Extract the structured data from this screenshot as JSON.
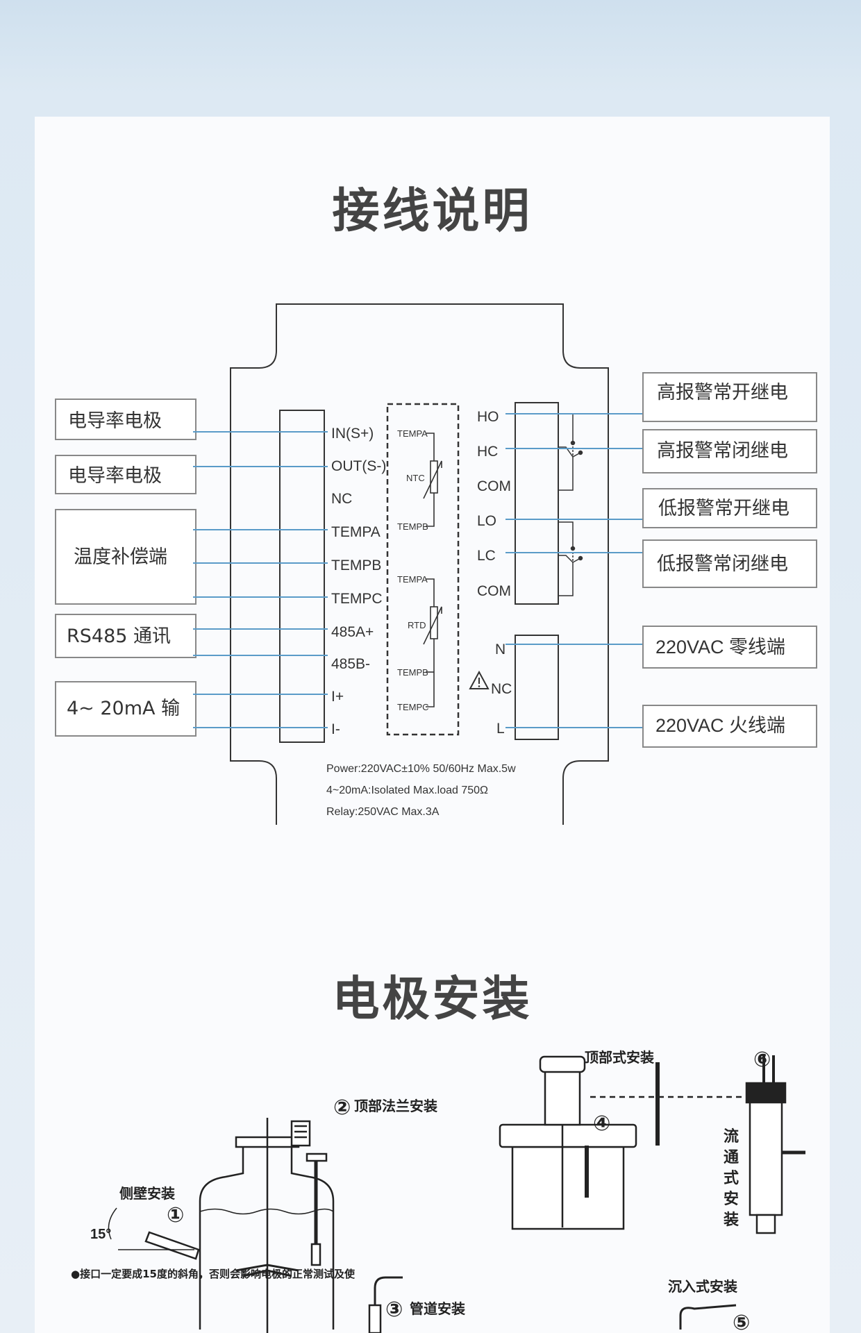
{
  "titles": {
    "wiring": "接线说明",
    "install": "电极安装"
  },
  "left_labels": [
    "电导率电极",
    "电导率电极",
    "温度补偿端",
    "RS485 通讯",
    "4~ 20mA 输"
  ],
  "right_labels": [
    "高报警常开继电",
    "高报警常闭继电",
    "低报警常开继电",
    "低报警常闭继电",
    "220VAC 零线端",
    "220VAC 火线端"
  ],
  "left_terminals": [
    "IN(S+)",
    "OUT(S-)",
    "NC",
    "TEMPA",
    "TEMPB",
    "TEMPC",
    "485A+",
    "485B-",
    "I+",
    "I-"
  ],
  "right_terminals": [
    "HO",
    "HC",
    "COM",
    "LO",
    "LC",
    "COM",
    "N",
    "NC",
    "L"
  ],
  "sensor_block": {
    "ntc": {
      "top": "TEMPA",
      "name": "NTC",
      "bottom": "TEMPB"
    },
    "rtd": {
      "top": "TEMPA",
      "name": "RTD",
      "mid": "TEMPB",
      "bottom": "TEMPC"
    }
  },
  "specs": [
    "Power:220VAC±10% 50/60Hz Max.5w",
    "4~20mA:Isolated Max.load 750Ω",
    "Relay:250VAC Max.3A"
  ],
  "install": {
    "side_wall": "侧壁安装",
    "angle": "15°",
    "top_flange": "顶部法兰安装",
    "pipeline": "管道安装",
    "top_mount": "顶部式安装",
    "flow_through": "流通式安装",
    "submerged": "沉入式安装",
    "note": "●接口一定要成15度的斜角，否则会影响电极的正常测试及使",
    "markers": [
      "①",
      "②",
      "③",
      "④",
      "⑤",
      "⑥"
    ]
  },
  "colors": {
    "wire": "#5a9bc8",
    "line": "#3a3a3a",
    "title": "#444444"
  }
}
